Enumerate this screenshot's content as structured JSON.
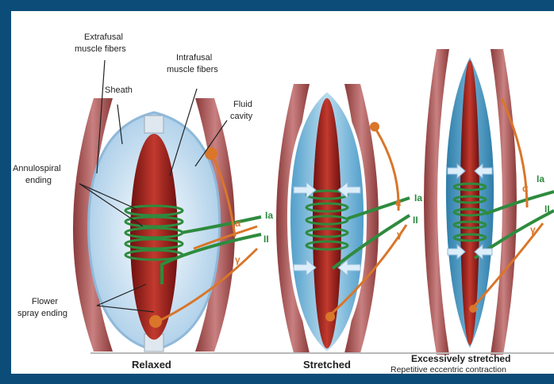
{
  "labels": {
    "extrafusal": [
      "Extrafusal",
      "muscle fibers"
    ],
    "sheath": "Sheath",
    "intrafusal": [
      "Intrafusal",
      "muscle fibers"
    ],
    "fluid": [
      "Fluid",
      "cavity"
    ],
    "annulospiral": [
      "Annulospiral",
      "ending"
    ],
    "flower": [
      "Flower",
      "spray ending"
    ],
    "nerves": {
      "ia": "Ia",
      "alpha": "α",
      "ii": "II",
      "gamma": "γ"
    }
  },
  "captions": {
    "relaxed": "Relaxed",
    "stretched": "Stretched",
    "excessive": "Excessively stretched",
    "excessive_sub": "Repetitive eccentric contraction"
  },
  "colors": {
    "frame": "#0b4d78",
    "muscle": "#9c1c1c",
    "extrafusal": "#b56a6a",
    "fluid": "#cfe4f4",
    "nerve_sensory": "#2e8b3e",
    "nerve_motor": "#d9762a"
  }
}
